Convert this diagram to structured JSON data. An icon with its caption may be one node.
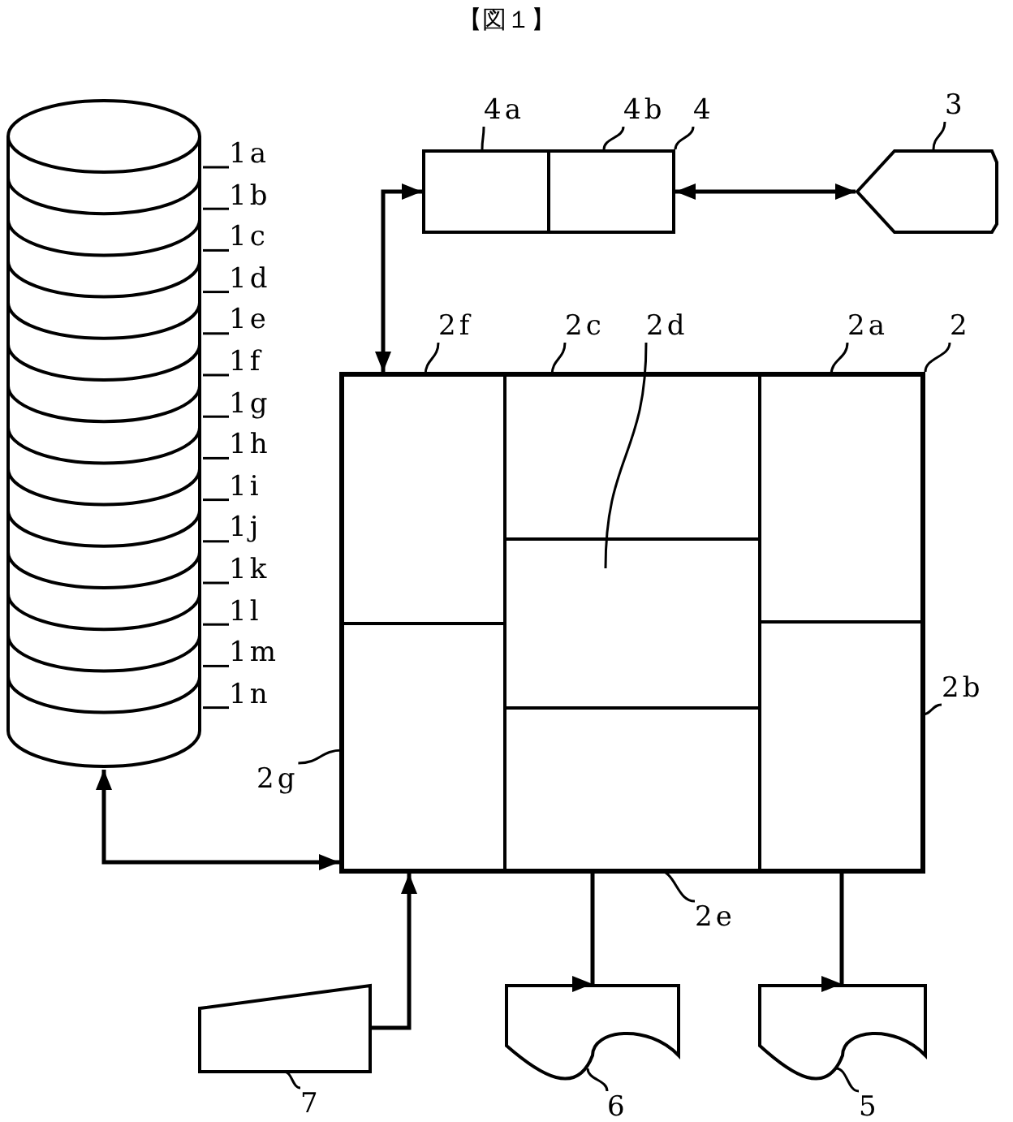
{
  "diagram": {
    "title": "【図１】",
    "nodes": [
      {
        "text": [],
        "shape": "cylinder"
      },
      {
        "text": [],
        "shape": "box"
      },
      {
        "text": [],
        "shape": "box",
        "in": 1
      },
      {
        "text": [],
        "shape": "box",
        "in": 1
      },
      {
        "text": [],
        "shape": "pentagon"
      },
      {
        "text": [],
        "shape": "box"
      },
      {
        "text": [],
        "shape": "box",
        "in": 5
      },
      {
        "text": [],
        "shape": "box",
        "in": 5
      },
      {
        "text": [],
        "shape": "box",
        "in": 5
      },
      {
        "text": [],
        "shape": "box",
        "in": 5
      },
      {
        "text": [],
        "shape": "box",
        "in": 5
      },
      {
        "text": [],
        "shape": "box",
        "in": 5
      },
      {
        "text": [],
        "shape": "box",
        "in": 5
      },
      {
        "text": [],
        "shape": "trapezoid"
      },
      {
        "text": [],
        "shape": "document"
      },
      {
        "text": [],
        "shape": "document"
      },
      {
        "text": [
          "1a"
        ]
      },
      {
        "text": [
          "1b"
        ]
      },
      {
        "text": [
          "1c"
        ]
      },
      {
        "text": [
          "1d"
        ]
      },
      {
        "text": [
          "1e"
        ]
      },
      {
        "text": [
          "1f"
        ]
      },
      {
        "text": [
          "1g"
        ]
      },
      {
        "text": [
          "1h"
        ]
      },
      {
        "text": [
          "1i"
        ]
      },
      {
        "text": [
          "1j"
        ]
      },
      {
        "text": [
          "1k"
        ]
      },
      {
        "text": [
          "1l"
        ]
      },
      {
        "text": [
          "1m"
        ]
      },
      {
        "text": [
          "1n"
        ]
      },
      {
        "text": [
          "4a"
        ]
      },
      {
        "text": [
          "4b"
        ]
      },
      {
        "text": [
          "4"
        ]
      },
      {
        "text": [
          "3"
        ]
      },
      {
        "text": [
          "2f"
        ]
      },
      {
        "text": [
          "2c"
        ]
      },
      {
        "text": [
          "2d"
        ]
      },
      {
        "text": [
          "2a"
        ]
      },
      {
        "text": [
          "2"
        ]
      },
      {
        "text": [
          "2b"
        ]
      },
      {
        "text": [
          "2g"
        ]
      },
      {
        "text": [
          "2e"
        ]
      },
      {
        "text": [
          "7"
        ]
      },
      {
        "text": [
          "6"
        ]
      },
      {
        "text": [
          "5"
        ]
      }
    ],
    "edges": [
      {
        "from": 2,
        "to": 5,
        "arrow": "both"
      },
      {
        "from": 1,
        "to": 4,
        "arrow": "both"
      },
      {
        "from": 0,
        "to": 5,
        "arrow": "both"
      },
      {
        "from": 13,
        "to": 5,
        "arrow": "to"
      },
      {
        "from": 5,
        "to": 14,
        "arrow": "to"
      },
      {
        "from": 5,
        "to": 15,
        "arrow": "to"
      },
      {
        "from": 16,
        "to": 0,
        "arrow": "none"
      },
      {
        "from": 17,
        "to": 0,
        "arrow": "none"
      },
      {
        "from": 18,
        "to": 0,
        "arrow": "none"
      },
      {
        "from": 19,
        "to": 0,
        "arrow": "none"
      },
      {
        "from": 20,
        "to": 0,
        "arrow": "none"
      },
      {
        "from": 21,
        "to": 0,
        "arrow": "none"
      },
      {
        "from": 22,
        "to": 0,
        "arrow": "none"
      },
      {
        "from": 23,
        "to": 0,
        "arrow": "none"
      },
      {
        "from": 24,
        "to": 0,
        "arrow": "none"
      },
      {
        "from": 25,
        "to": 0,
        "arrow": "none"
      },
      {
        "from": 26,
        "to": 0,
        "arrow": "none"
      },
      {
        "from": 27,
        "to": 0,
        "arrow": "none"
      },
      {
        "from": 28,
        "to": 0,
        "arrow": "none"
      },
      {
        "from": 29,
        "to": 0,
        "arrow": "none"
      },
      {
        "from": 30,
        "to": 2,
        "arrow": "none"
      },
      {
        "from": 31,
        "to": 3,
        "arrow": "none"
      },
      {
        "from": 32,
        "to": 1,
        "arrow": "none"
      },
      {
        "from": 33,
        "to": 4,
        "arrow": "none"
      },
      {
        "from": 34,
        "to": 6,
        "arrow": "none"
      },
      {
        "from": 35,
        "to": 8,
        "arrow": "none"
      },
      {
        "from": 36,
        "to": 9,
        "arrow": "none"
      },
      {
        "from": 37,
        "to": 11,
        "arrow": "none"
      },
      {
        "from": 38,
        "to": 5,
        "arrow": "none"
      },
      {
        "from": 39,
        "to": 12,
        "arrow": "none"
      },
      {
        "from": 40,
        "to": 7,
        "arrow": "none"
      },
      {
        "from": 41,
        "to": 10,
        "arrow": "none"
      },
      {
        "from": 42,
        "to": 13,
        "arrow": "none"
      },
      {
        "from": 43,
        "to": 14,
        "arrow": "none"
      },
      {
        "from": 44,
        "to": 15,
        "arrow": "none"
      }
    ]
  }
}
